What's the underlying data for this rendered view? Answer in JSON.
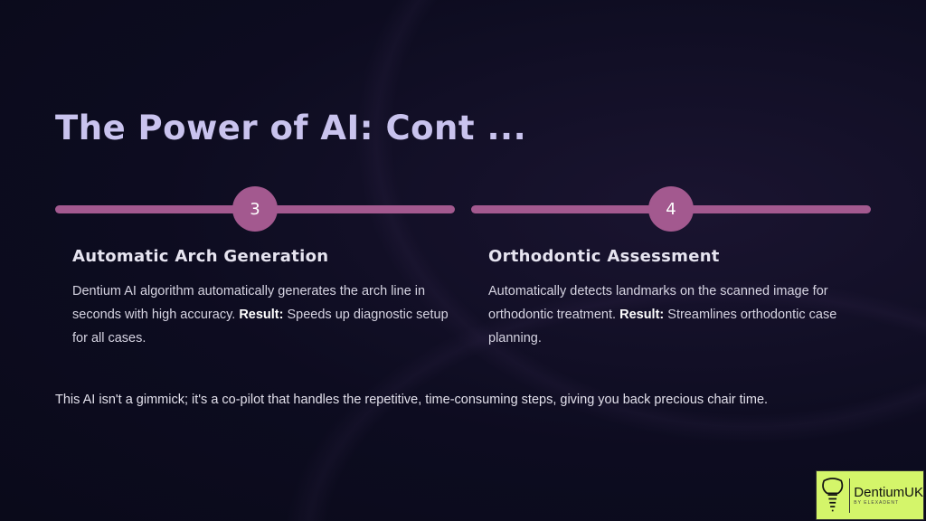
{
  "title": "The Power of AI: Cont ...",
  "steps": [
    {
      "number": "3",
      "heading": "Automatic Arch Generation",
      "text": "Dentium AI algorithm automatically generates the arch line in seconds with high accuracy.",
      "result_label": "Result:",
      "result": "Speeds up diagnostic setup for all cases."
    },
    {
      "number": "4",
      "heading": "Orthodontic Assessment",
      "text": "Automatically detects landmarks on the scanned image for orthodontic treatment.",
      "result_label": "Result:",
      "result": "Streamlines orthodontic case planning."
    }
  ],
  "footer": "This AI isn't a gimmick; it's a co-pilot that handles the repetitive, time-consuming steps, giving you back precious chair time.",
  "logo": {
    "name": "DentiumUK",
    "sub": "BY ELEXADENT"
  },
  "colors": {
    "accent": "#a3598f",
    "title": "#c9c3ee",
    "logo_bg": "#d4f56a"
  }
}
